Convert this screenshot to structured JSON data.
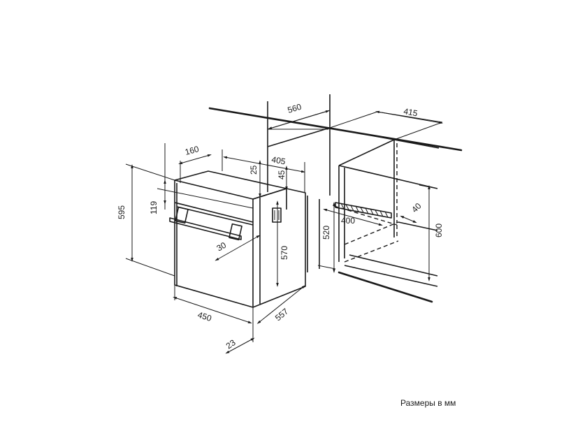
{
  "dimensions": {
    "d560": "560",
    "d415": "415",
    "d160": "160",
    "d405": "405",
    "d25": "25",
    "d45": "45",
    "d595": "595",
    "d119": "119",
    "d400": "400",
    "d40": "40",
    "d520": "520",
    "d600": "600",
    "d30": "30",
    "d570": "570",
    "d450": "450",
    "d557": "557",
    "d23": "23"
  },
  "caption": "Размеры в мм",
  "colors": {
    "line": "#1a1a1a",
    "background": "#ffffff"
  }
}
